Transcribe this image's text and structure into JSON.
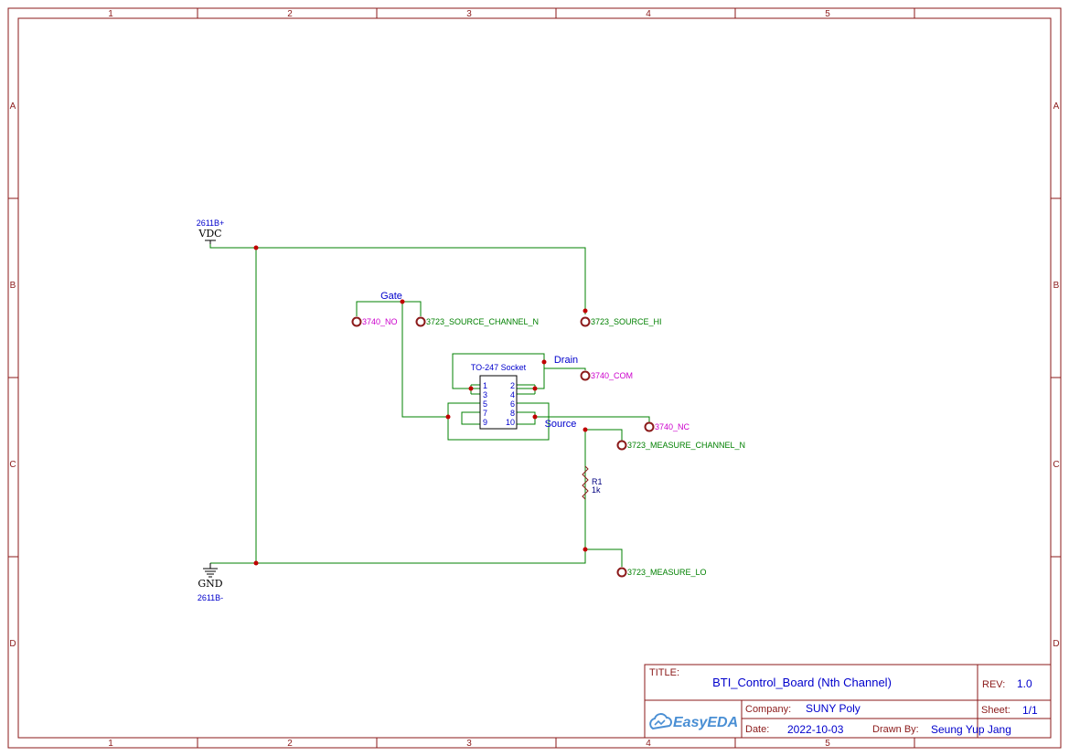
{
  "frame": {
    "columns": [
      "1",
      "2",
      "3",
      "4",
      "5"
    ],
    "rows": [
      "A",
      "B",
      "C",
      "D"
    ]
  },
  "power": {
    "vdc_net": "2611B+",
    "vdc_symbol": "VDC",
    "gnd_symbol": "GND",
    "gnd_net": "2611B-"
  },
  "nets": {
    "gate": "Gate",
    "drain": "Drain",
    "source": "Source"
  },
  "socket": {
    "name": "TO-247 Socket",
    "pins_left": [
      "1",
      "3",
      "5",
      "7",
      "9"
    ],
    "pins_right": [
      "2",
      "4",
      "6",
      "8",
      "10"
    ]
  },
  "resistor": {
    "designator": "R1",
    "value": "1k"
  },
  "ports": {
    "p3740_no": "3740_NO",
    "p3723_source_channel_n": "3723_SOURCE_CHANNEL_N",
    "p3723_source_hi": "3723_SOURCE_HI",
    "p3740_com": "3740_COM",
    "p3740_nc": "3740_NC",
    "p3723_measure_channel_n": "3723_MEASURE_CHANNEL_N",
    "p3723_measure_lo": "3723_MEASURE_LO"
  },
  "title_block": {
    "title_label": "TITLE:",
    "title": "BTI_Control_Board (Nth Channel)",
    "rev_label": "REV:",
    "rev": "1.0",
    "company_label": "Company:",
    "company": "SUNY Poly",
    "sheet_label": "Sheet:",
    "sheet": "1/1",
    "date_label": "Date:",
    "date": "2022-10-03",
    "drawn_by_label": "Drawn By:",
    "drawn_by": "Seung Yup Jang",
    "logo_text": "EasyEDA"
  },
  "colors": {
    "frame": "#8b1a1a",
    "wire": "#008000",
    "junction": "#c00000",
    "net_label": "#0000cc",
    "port_magenta": "#cc00cc",
    "port_green": "#008000",
    "title_text": "#0000cc",
    "logo": "#4a8fd4"
  }
}
